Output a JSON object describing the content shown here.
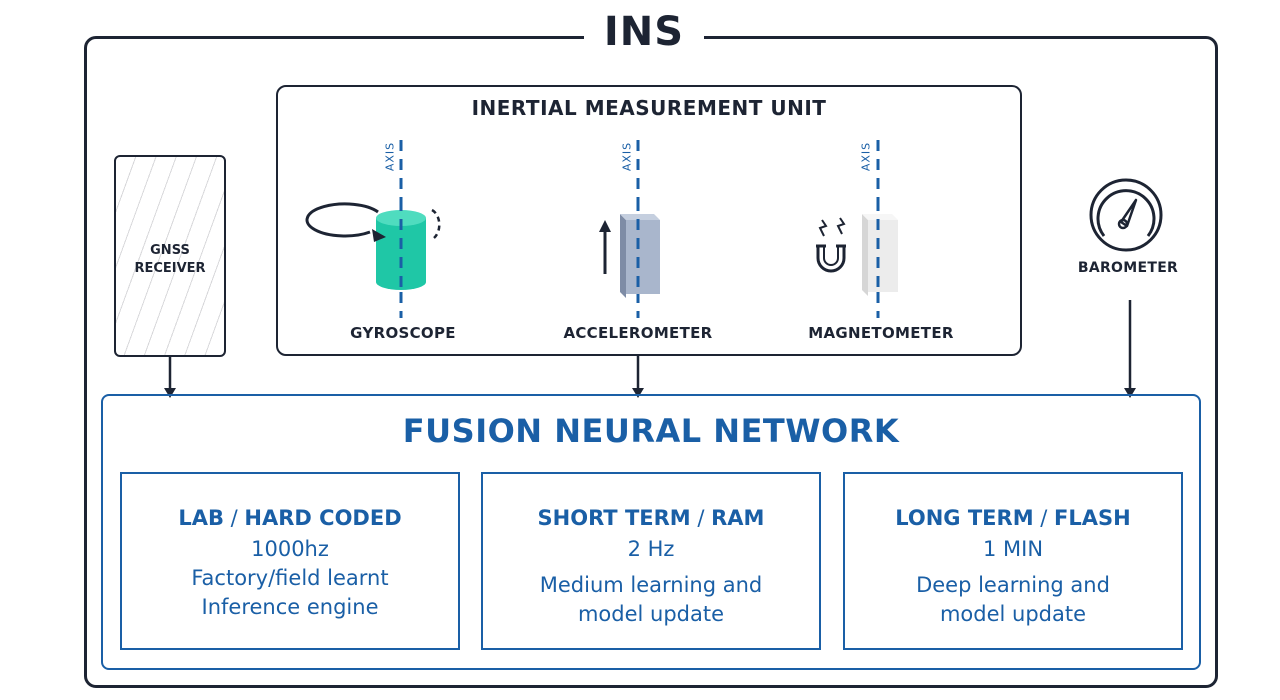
{
  "ins_title": "INS",
  "imu": {
    "title": "INERTIAL MEASUREMENT UNIT",
    "axis_label": "AXIS",
    "sensors": [
      {
        "label": "GYROSCOPE",
        "color": "#1fc7a6"
      },
      {
        "label": "ACCELEROMETER",
        "color": "#a9b6cc"
      },
      {
        "label": "MAGNETOMETER",
        "color": "#ececec"
      }
    ]
  },
  "gnss": {
    "line1": "GNSS",
    "line2": "RECEIVER"
  },
  "barometer": {
    "label": "BAROMETER"
  },
  "fusion": {
    "title": "FUSION NEURAL NETWORK",
    "boxes": [
      {
        "title_left": "LAB",
        "title_right": "HARD CODED",
        "line1": "1000hz",
        "line2": "Factory/field learnt",
        "line3": "Inference engine"
      },
      {
        "title_left": "SHORT TERM",
        "title_right": "RAM",
        "line1": "2 Hz",
        "line2": "Medium learning and",
        "line3": "model update"
      },
      {
        "title_left": "LONG TERM",
        "title_right": "FLASH",
        "line1": "1 MIN",
        "line2": "Deep learning and",
        "line3": "model update"
      }
    ]
  },
  "colors": {
    "accent": "#1a5fa6",
    "dark": "#1d2433"
  }
}
